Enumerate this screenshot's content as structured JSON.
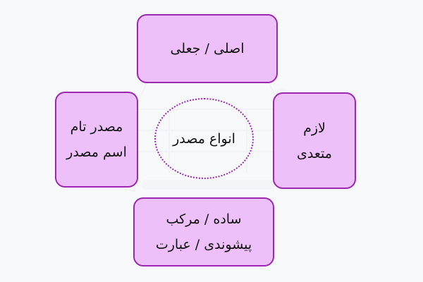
{
  "diagram": {
    "center": {
      "label": "انواع مصدر"
    },
    "nodes": {
      "top": {
        "lines": [
          "اصلی / جعلی"
        ]
      },
      "left": {
        "lines": [
          "مصدر تام",
          "اسم مصدر"
        ]
      },
      "right": {
        "lines": [
          "لازم",
          "متعدی"
        ]
      },
      "bottom": {
        "lines": [
          "ساده / مرکب",
          "پیشوندی / عبارت"
        ]
      }
    },
    "colors": {
      "background": "#f8f9fb",
      "node_fill": "#eec0fa",
      "node_border": "#9c27b0",
      "center_border": "#9c27b0",
      "text": "#111111"
    }
  }
}
